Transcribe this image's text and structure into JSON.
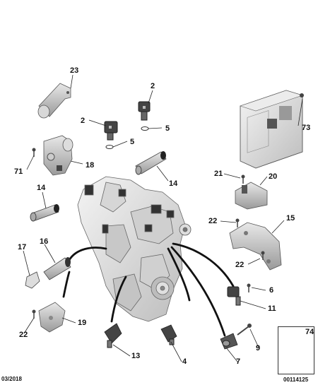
{
  "diagram": {
    "callouts": {
      "c23": "23",
      "c2a": "2",
      "c2b": "2",
      "c5a": "5",
      "c5b": "5",
      "c73": "73",
      "c71": "71",
      "c18": "18",
      "c14a": "14",
      "c14b": "14",
      "c21": "21",
      "c20": "20",
      "c15": "15",
      "c22a": "22",
      "c22b": "22",
      "c22c": "22",
      "c17": "17",
      "c16": "16",
      "c6": "6",
      "c11": "11",
      "c19": "19",
      "c13": "13",
      "c4": "4",
      "c7": "7",
      "c9": "9",
      "c74": "74"
    },
    "footer": {
      "date": "03/2018",
      "ref": "00114125"
    }
  }
}
